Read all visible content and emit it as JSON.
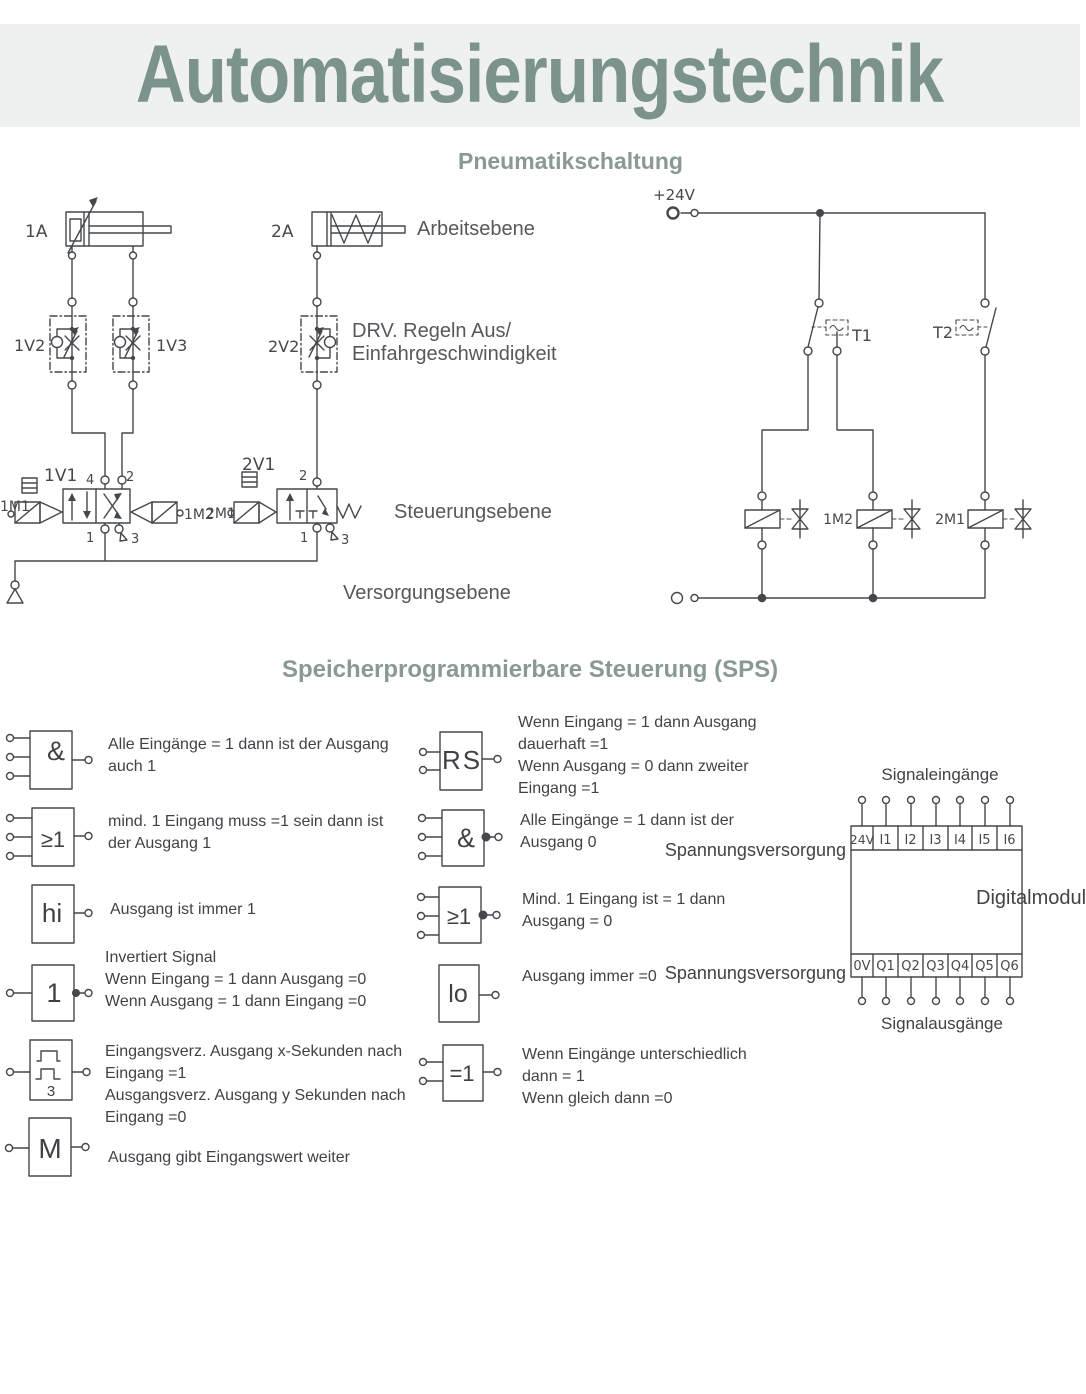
{
  "labels": {
    "title": "Automatisierungstechnik",
    "pneumatik": "Pneumatikschaltung",
    "sps": "Speicherprogrammierbare Steuerung (SPS)"
  },
  "pneu": {
    "cyl1": "1A",
    "cyl2": "2A",
    "v11": "1V1",
    "v12": "1V2",
    "v13": "1V3",
    "v21": "2V1",
    "v22": "2V2",
    "m11": "1M1",
    "m12": "1M2",
    "m21": "2M1",
    "p4": "4",
    "p2": "2",
    "p1": "1",
    "p3": "3",
    "q2": "2",
    "q1": "1",
    "q3": "3",
    "arbeitsebene": "Arbeitsebene",
    "drv1": "DRV. Regeln Aus/",
    "drv2": "Einfahrgeschwindigkeit",
    "steuerungsebene": "Steuerungsebene",
    "versorgungsebene": "Versorgungsebene"
  },
  "elec": {
    "supply": "+24V",
    "t1": "T1",
    "t2": "T2",
    "m12": "1M2",
    "m21": "2M1"
  },
  "gates": {
    "and": {
      "glyph": "&",
      "lines": [
        "Alle Eingänge = 1 dann ist der Ausgang",
        "auch 1"
      ]
    },
    "or": {
      "glyph": "≥1",
      "lines": [
        "mind. 1 Eingang muss =1 sein dann ist",
        "der Ausgang 1"
      ]
    },
    "hi": {
      "glyph": "hi",
      "lines": [
        "Ausgang ist immer 1"
      ]
    },
    "not": {
      "glyph": "1",
      "lines": [
        "Invertiert Signal",
        "Wenn Eingang = 1 dann Ausgang =0",
        "Wenn Ausgang = 1 dann Eingang =0"
      ]
    },
    "timer": {
      "glyph": "3",
      "lines": [
        "Eingangsverz. Ausgang x-Sekunden nach",
        "Eingang =1",
        "Ausgangsverz. Ausgang y Sekunden nach",
        "Eingang =0"
      ]
    },
    "memory": {
      "glyph": "M",
      "lines": [
        "Ausgang gibt Eingangswert weiter"
      ]
    },
    "rs": {
      "glyph": "RS",
      "lines": [
        "Wenn Eingang = 1 dann Ausgang",
        "dauerhaft =1",
        "Wenn Ausgang = 0 dann zweiter",
        "Eingang =1"
      ]
    },
    "nand": {
      "glyph": "&",
      "lines": [
        "Alle Eingänge = 1 dann ist der",
        "Ausgang 0"
      ]
    },
    "nor": {
      "glyph": "≥1",
      "lines": [
        "Mind. 1 Eingang ist = 1 dann",
        "Ausgang = 0"
      ]
    },
    "lo": {
      "glyph": "lo",
      "lines": [
        "Ausgang immer =0"
      ]
    },
    "xor": {
      "glyph": "=1",
      "lines": [
        "Wenn Eingänge unterschiedlich",
        "dann = 1",
        "Wenn gleich dann =0"
      ]
    }
  },
  "module": {
    "inputs_label": "Signaleingänge",
    "outputs_label": "Signalausgänge",
    "name": "Digitalmodul",
    "psu": "Spannungsversorgung",
    "inputs": [
      "24V",
      "I1",
      "I2",
      "I3",
      "I4",
      "I5",
      "I6"
    ],
    "outputs": [
      "0V",
      "Q1",
      "Q2",
      "Q3",
      "Q4",
      "Q5",
      "Q6"
    ]
  },
  "colors": {
    "accent": "#7b928d",
    "band": "#eff1f0",
    "line": "#44484c",
    "text": "#3f4347"
  }
}
